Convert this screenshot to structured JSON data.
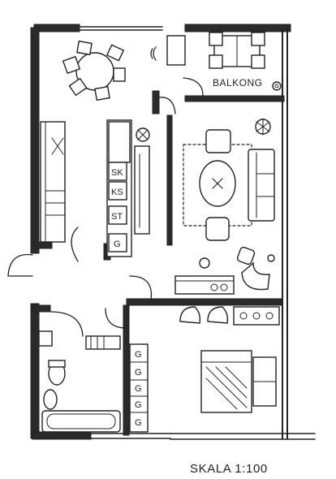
{
  "labels": {
    "balcony": "BALKONG",
    "scale": "SKALA 1:100"
  },
  "kitchen_labels": [
    "SK",
    "KS",
    "ST",
    "G"
  ],
  "wardrobe_labels": [
    "G",
    "G",
    "G",
    "G",
    "G"
  ],
  "colors": {
    "ink": "#222222",
    "paper": "#ffffff",
    "wall_fill": "#2a2a2a"
  }
}
